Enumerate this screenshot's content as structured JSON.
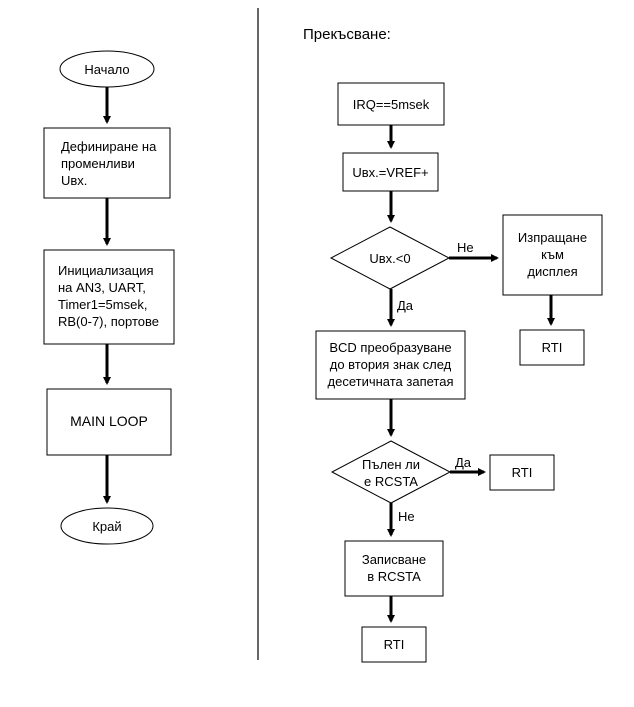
{
  "left_flow": {
    "start": "Начало",
    "define_lines": [
      "Дефиниране на",
      "променливи",
      "Uвх."
    ],
    "init_lines": [
      "Инициализация",
      "на AN3, UART,",
      "Timer1=5msek,",
      "RB(0-7), портове"
    ],
    "main_loop": "MAIN LOOP",
    "end": "Край"
  },
  "right_flow": {
    "heading": "Прекъсване:",
    "irq": "IRQ==5msek",
    "assign": "Uвх.=VREF+",
    "decision1": "Uвх.<0",
    "no1": "Не",
    "yes1": "Да",
    "send_lines": [
      "Изпращане",
      "към",
      "дисплея"
    ],
    "rti_send": "RTI",
    "bcd_lines": [
      "BCD преобразуване",
      "до втория знак след",
      "десетичната запетая"
    ],
    "decision2_lines": [
      "Пълен ли",
      "е RCSTA"
    ],
    "yes2": "Да",
    "no2": "Не",
    "rti_full": "RTI",
    "write_lines": [
      "Записване",
      "в RCSTA"
    ],
    "rti_end": "RTI"
  }
}
